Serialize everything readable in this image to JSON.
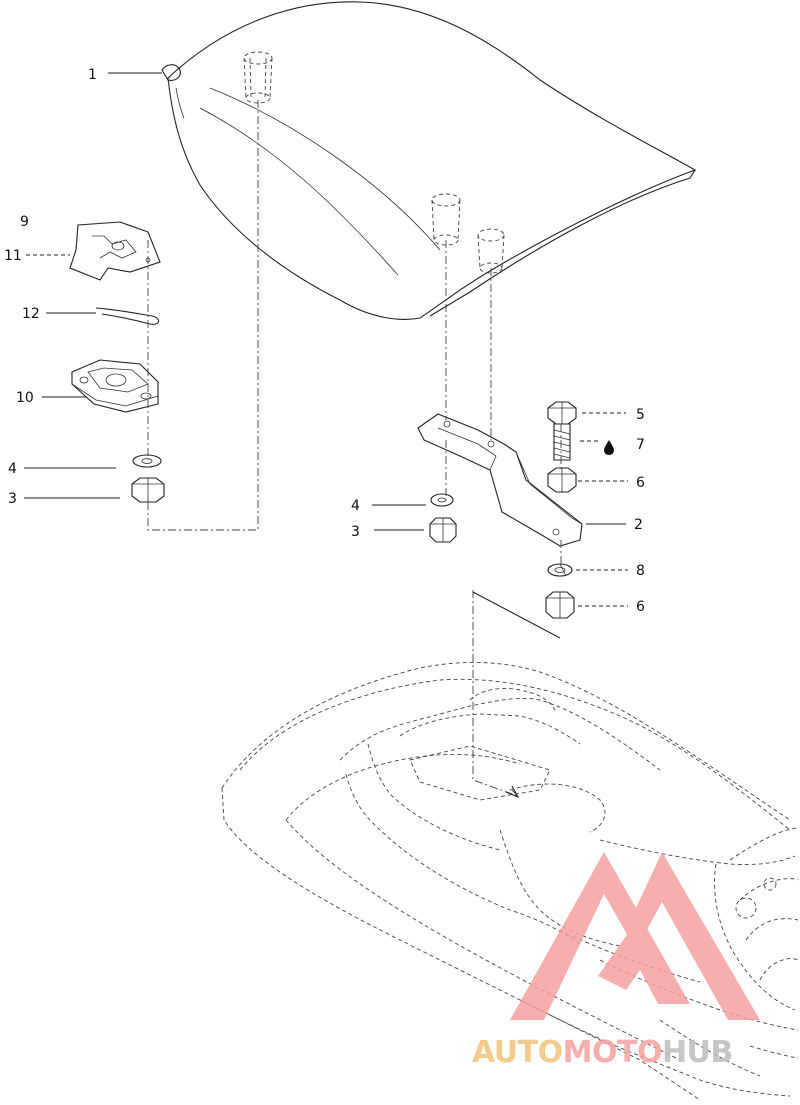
{
  "callouts": [
    {
      "id": "c1",
      "label": "1"
    },
    {
      "id": "c9",
      "label": "9"
    },
    {
      "id": "c11",
      "label": "11"
    },
    {
      "id": "c12",
      "label": "12"
    },
    {
      "id": "c10",
      "label": "10"
    },
    {
      "id": "c4a",
      "label": "4"
    },
    {
      "id": "c3a",
      "label": "3"
    },
    {
      "id": "c5",
      "label": "5"
    },
    {
      "id": "c7",
      "label": "7"
    },
    {
      "id": "c6a",
      "label": "6"
    },
    {
      "id": "c4b",
      "label": "4"
    },
    {
      "id": "c2",
      "label": "2"
    },
    {
      "id": "c3b",
      "label": "3"
    },
    {
      "id": "c8",
      "label": "8"
    },
    {
      "id": "c6b",
      "label": "6"
    }
  ],
  "watermark": {
    "part1": "AUTO",
    "part2": "MOTO",
    "part3": "HUB",
    "color_primary": "#f5a0a0",
    "color_accent": "#f1c27a",
    "color_dark": "#cfcfcf"
  }
}
